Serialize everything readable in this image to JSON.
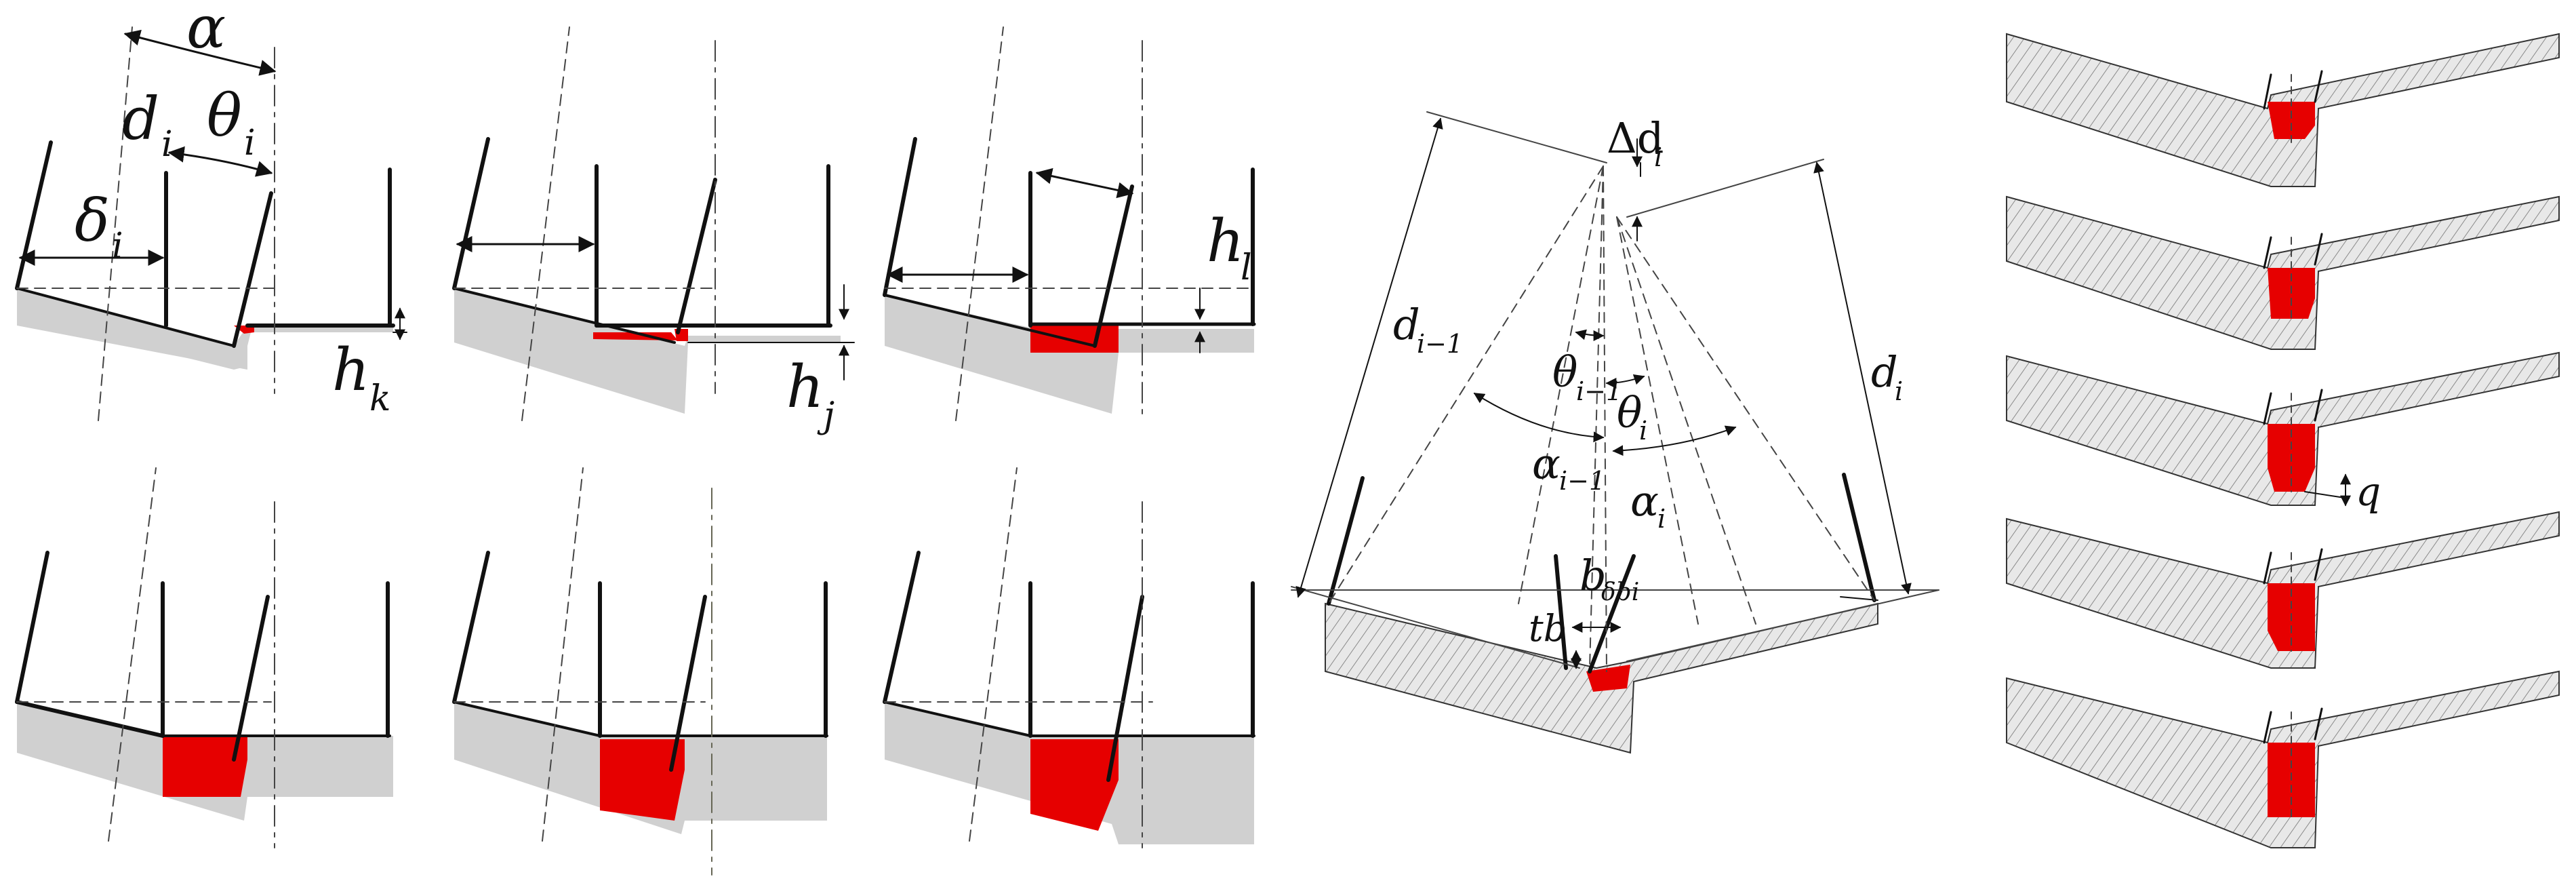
{
  "colors": {
    "cut": "#e60000",
    "material": "#d0d0d0",
    "hatch": "#8a8a8a",
    "line": "#111111",
    "guide": "#444444"
  },
  "panel_a": {
    "alpha": "α",
    "d": "d",
    "d_sub": "i",
    "theta": "θ",
    "theta_sub": "i",
    "delta": "δ",
    "delta_sub": "i",
    "h_k": "h",
    "h_k_sub": "k",
    "h_j": "h",
    "h_j_sub": "j",
    "h_l": "h",
    "h_l_sub": "l"
  },
  "panel_b": {
    "delta_d": "Δd",
    "delta_d_sub": "i",
    "d_prev": "d",
    "d_prev_sub": "i−1",
    "d_cur": "d",
    "d_cur_sub": "i",
    "theta_prev": "θ",
    "theta_prev_sub": "i−1",
    "theta_cur": "θ",
    "theta_cur_sub": "i",
    "alpha_prev": "α",
    "alpha_prev_sub": "i−1",
    "alpha_cur": "α",
    "alpha_cur_sub": "i",
    "b": "b",
    "b_sub": "δbi",
    "tb": "tb"
  },
  "panel_c": {
    "q": "q"
  }
}
